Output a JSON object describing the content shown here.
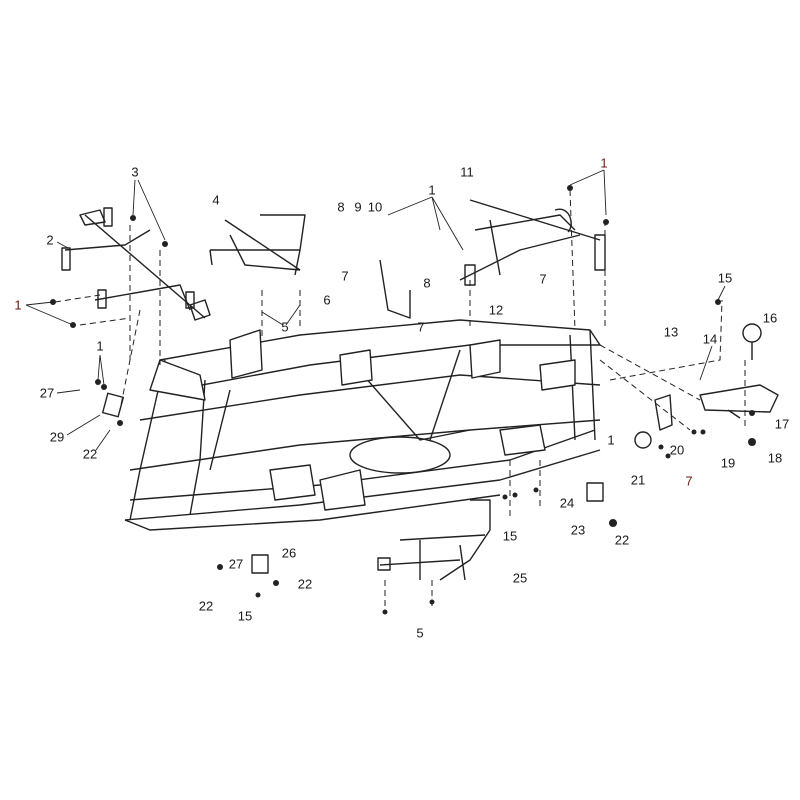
{
  "diagram": {
    "label_color": "#1a1a1a",
    "accent_label_color": "#6b1a10",
    "callouts": [
      "3",
      "4",
      "2",
      "1",
      "1",
      "27",
      "29",
      "22",
      "8",
      "9",
      "10",
      "1",
      "11",
      "1",
      "7",
      "6",
      "8",
      "7",
      "12",
      "7",
      "5",
      "15",
      "16",
      "13",
      "14",
      "17",
      "18",
      "19",
      "20",
      "21",
      "7",
      "1",
      "24",
      "23",
      "22",
      "15",
      "25",
      "5",
      "26",
      "27",
      "22",
      "22",
      "15"
    ]
  }
}
